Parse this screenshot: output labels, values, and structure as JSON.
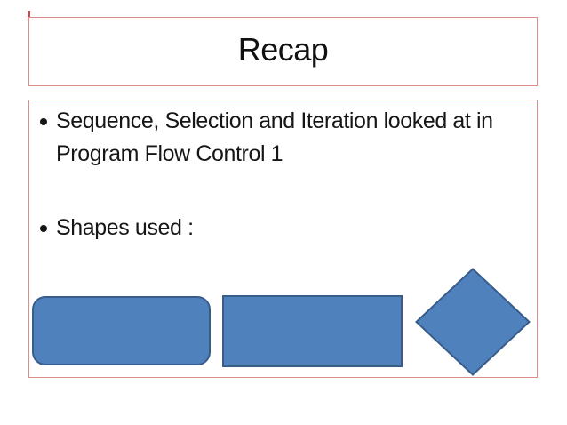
{
  "slide": {
    "title": {
      "text": "Recap"
    },
    "content": {
      "bullets": [
        {
          "lines": [
            "Sequence, Selection and Iteration looked at in",
            "Program Flow Control 1"
          ]
        },
        {
          "lines": [
            "Shapes used :"
          ]
        }
      ]
    },
    "shapes": [
      {
        "type": "rounded-rectangle",
        "meaning": "terminator",
        "label": ""
      },
      {
        "type": "rectangle",
        "meaning": "process",
        "label": ""
      },
      {
        "type": "diamond",
        "meaning": "decision",
        "label": ""
      }
    ],
    "colors": {
      "box_border": "#dd8c8c",
      "shape_fill": "#4f81bd",
      "shape_border": "#385d8a",
      "corner_tick": "#b25454",
      "text": "#161616"
    }
  }
}
